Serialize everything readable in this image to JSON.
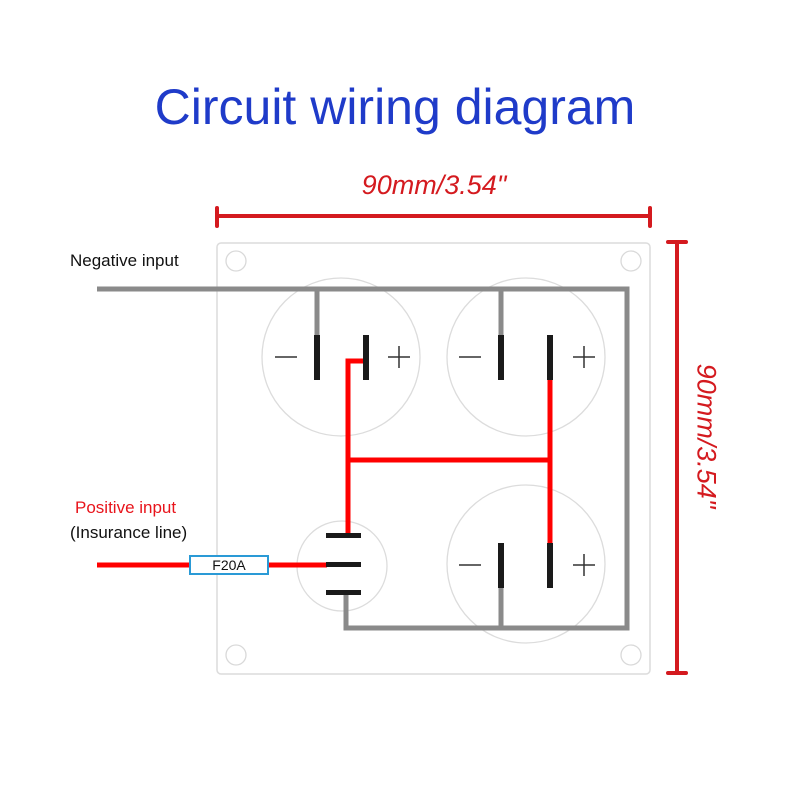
{
  "title": "Circuit wiring diagram",
  "dimensions": {
    "width_label": "90mm/3.54\"",
    "height_label": "90mm/3.54\""
  },
  "labels": {
    "negative_input": "Negative input",
    "positive_input": "Positive input",
    "insurance_line": "(Insurance line)"
  },
  "fuse": {
    "label": "F20A"
  },
  "sockets": [
    {
      "id": "top-left",
      "minus": "−",
      "plus": "+"
    },
    {
      "id": "top-right",
      "minus": "−",
      "plus": "+"
    },
    {
      "id": "bottom-right",
      "minus": "−",
      "plus": "+"
    }
  ],
  "switch": {
    "id": "rocker-switch",
    "terminals": 3
  },
  "colors": {
    "title": "#1f3bc9",
    "dimension": "#d41a1f",
    "positive_wire": "#ff0000",
    "negative_wire": "#8a8a8a",
    "terminal": "#1a1a1a",
    "fuse_border": "#2a9ad6",
    "panel_outline": "#d9d9d9"
  }
}
